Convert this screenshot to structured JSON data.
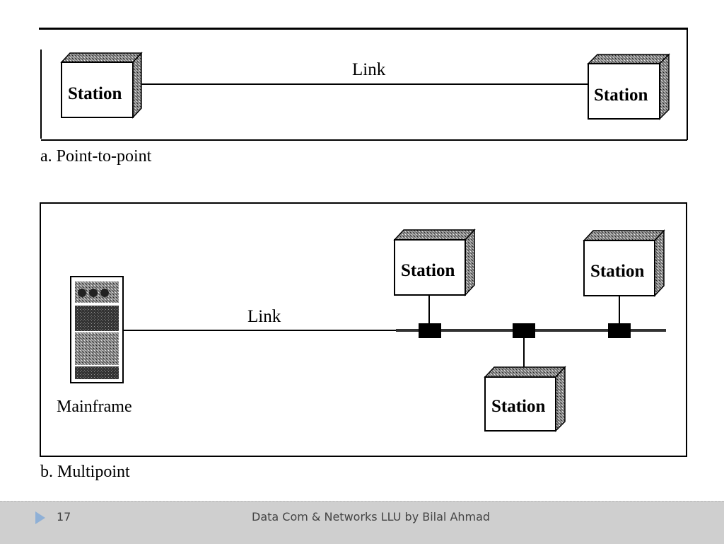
{
  "diagram_a": {
    "station_left": "Station",
    "station_right": "Station",
    "link_label": "Link",
    "caption": "a. Point-to-point"
  },
  "diagram_b": {
    "mainframe_label": "Mainframe",
    "link_label": "Link",
    "station_top1": "Station",
    "station_top2": "Station",
    "station_bottom": "Station",
    "caption": "b. Multipoint"
  },
  "footer": {
    "page_number": "17",
    "title": "Data Com & Networks LLU by Bilal Ahmad"
  }
}
